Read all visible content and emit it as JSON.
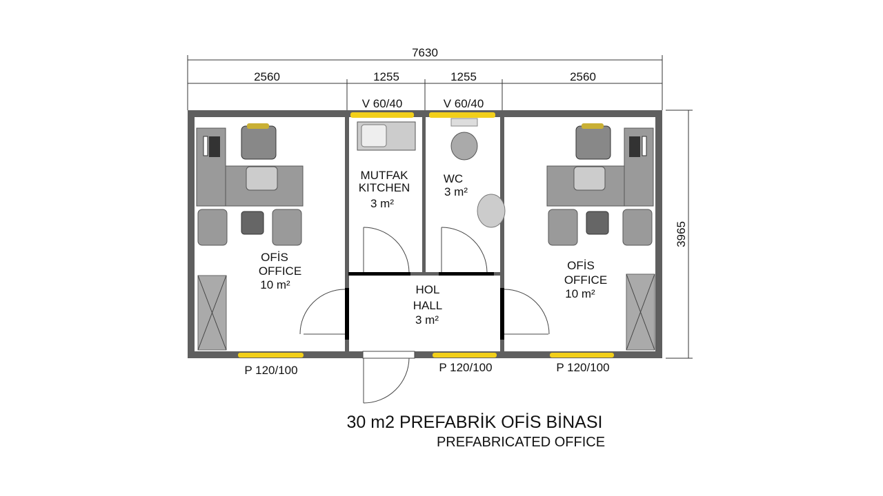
{
  "dimensions": {
    "total_width": "7630",
    "segments": [
      "2560",
      "1255",
      "1255",
      "2560"
    ],
    "depth": "3965"
  },
  "windows": {
    "kitchen": "V 60/40",
    "wc": "V 60/40",
    "office_left": "P 120/100",
    "hall": "P 120/100",
    "office_right": "P 120/100"
  },
  "rooms": {
    "office_left": {
      "name_tr": "OFİS",
      "name_en": "OFFICE",
      "area": "10 m²"
    },
    "kitchen": {
      "name_tr": "MUTFAK",
      "name_en": "KITCHEN",
      "area": "3 m²"
    },
    "wc": {
      "name_en": "WC",
      "area": "3 m²"
    },
    "hall": {
      "name_tr": "HOL",
      "name_en": "HALL",
      "area": "3 m²"
    },
    "office_right": {
      "name_tr": "OFİS",
      "name_en": "OFFICE",
      "area": "10 m²"
    }
  },
  "title": {
    "main": "30 m2 PREFABRİK OFİS BİNASI",
    "sub": "PREFABRICATED OFFICE"
  },
  "colors": {
    "window": "#f2cf1a",
    "wall": "#5f5f5f"
  }
}
